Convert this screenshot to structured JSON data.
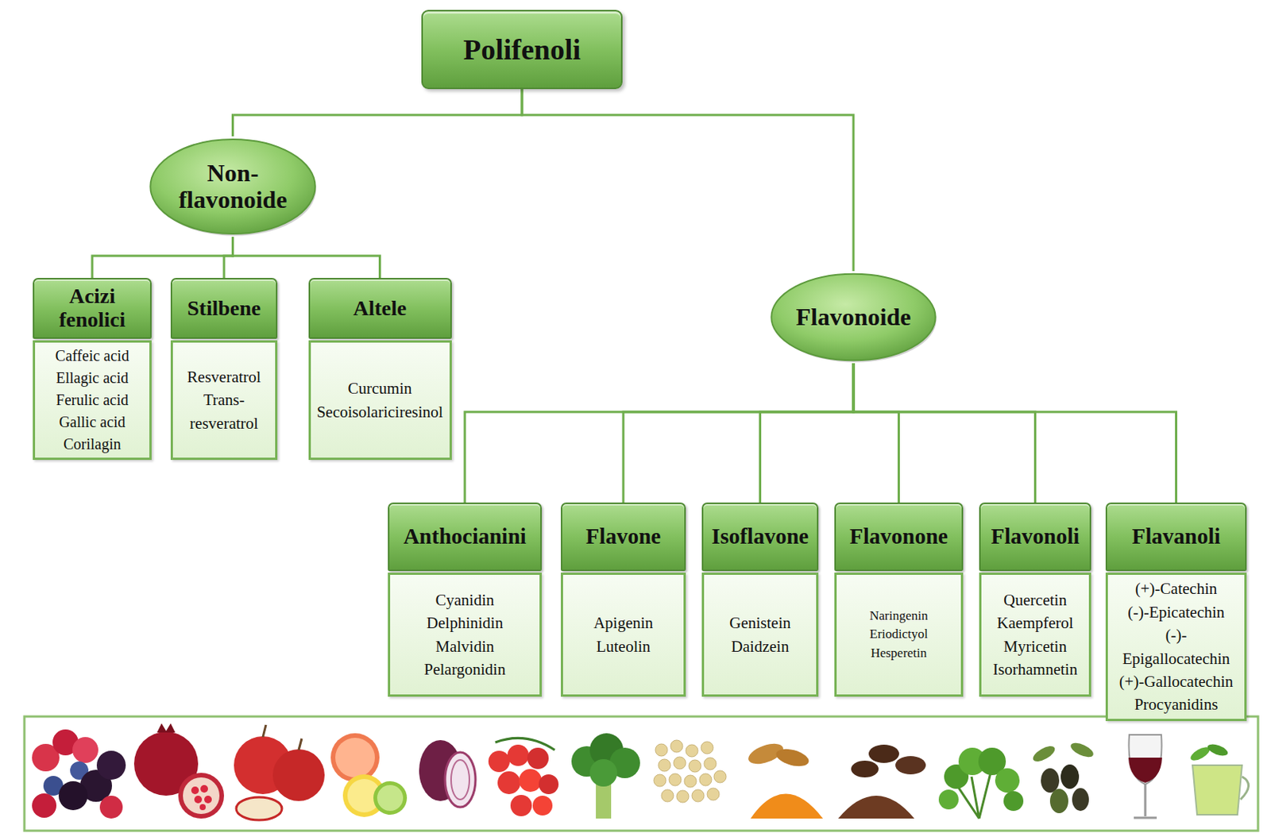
{
  "diagram": {
    "nodes": [
      {
        "text": [
          "Polifenoli"
        ]
      },
      {
        "text": [
          "Non-flavonoide"
        ]
      },
      {
        "text": [
          "Acizi fenolici",
          "Caffeic acid",
          "Ellagic acid",
          "Ferulic acid",
          "Gallic acid",
          "Corilagin"
        ]
      },
      {
        "text": [
          "Stilbene",
          "Resveratrol",
          "Trans- resveratrol"
        ]
      },
      {
        "text": [
          "Altele",
          "Curcumin",
          "Secoisolariciresinol"
        ]
      },
      {
        "text": [
          "Flavonoide"
        ]
      },
      {
        "text": [
          "Anthocianini",
          "Cyanidin",
          "Delphinidin",
          "Malvidin",
          "Pelargonidin"
        ]
      },
      {
        "text": [
          "Flavone",
          "Apigenin",
          "Luteolin"
        ]
      },
      {
        "text": [
          "Isoflavone",
          "Genistein",
          "Daidzein"
        ]
      },
      {
        "text": [
          "Flavonone",
          "Naringenin",
          "Eriodictyol",
          "Hesperetin"
        ]
      },
      {
        "text": [
          "Flavonoli",
          "Quercetin",
          "Kaempferol",
          "Myricetin",
          "Isorhamnetin"
        ]
      },
      {
        "text": [
          "Flavanoli",
          "(+)-Catechin",
          "(-)-Epicatechin",
          "(-)-Epigallocatechin",
          "(+)-Gallocatechin",
          "Procyanidins"
        ]
      }
    ],
    "edges": [
      {
        "from": 0,
        "to": 1,
        "arrow": "none"
      },
      {
        "from": 0,
        "to": 5,
        "arrow": "none"
      },
      {
        "from": 1,
        "to": 2,
        "arrow": "none"
      },
      {
        "from": 1,
        "to": 3,
        "arrow": "none"
      },
      {
        "from": 1,
        "to": 4,
        "arrow": "none"
      },
      {
        "from": 5,
        "to": 6,
        "arrow": "none"
      },
      {
        "from": 5,
        "to": 7,
        "arrow": "none"
      },
      {
        "from": 5,
        "to": 8,
        "arrow": "none"
      },
      {
        "from": 5,
        "to": 9,
        "arrow": "none"
      },
      {
        "from": 5,
        "to": 10,
        "arrow": "none"
      },
      {
        "from": 5,
        "to": 11,
        "arrow": "none"
      }
    ]
  }
}
